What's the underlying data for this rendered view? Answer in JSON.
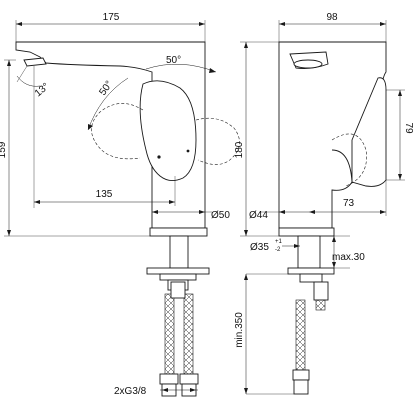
{
  "dimensions": {
    "width_175": "175",
    "width_98": "98",
    "angle_50_top": "50°",
    "angle_50_side": "50°",
    "angle_13": "13°",
    "height_159": "159",
    "height_180": "180",
    "reach_135": "135",
    "dia_50": "Ø50",
    "dia_44": "Ø44",
    "depth_73": "73",
    "handle_79": "79",
    "dia_35": "Ø35",
    "tol_plus": "+1",
    "tol_minus": "-2",
    "max_30": "max.30",
    "min_350": "min.350",
    "thread": "2xG3/8"
  }
}
